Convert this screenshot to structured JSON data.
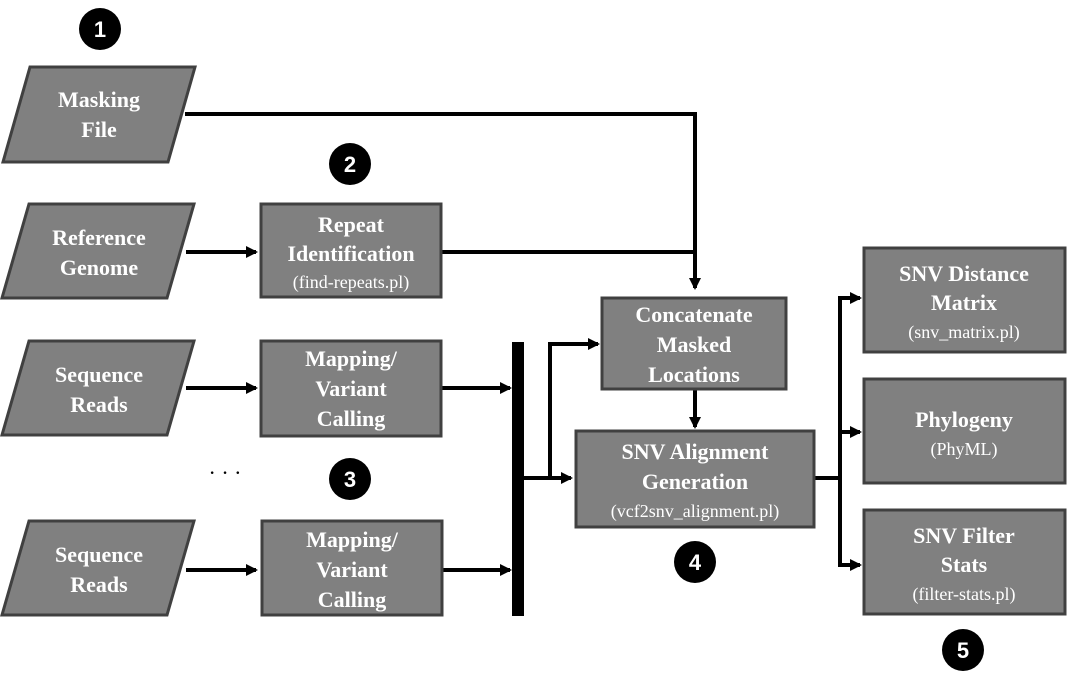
{
  "inputs": {
    "masking_file": [
      "Masking",
      "File"
    ],
    "reference_genome": [
      "Reference",
      "Genome"
    ],
    "sequence_reads_1": [
      "Sequence",
      "Reads"
    ],
    "sequence_reads_2": [
      "Sequence",
      "Reads"
    ]
  },
  "steps": {
    "repeat_identification": {
      "lines": [
        "Repeat",
        "Identification"
      ],
      "script": "(find-repeats.pl)"
    },
    "mapping_1": {
      "lines": [
        "Mapping/",
        "Variant",
        "Calling"
      ]
    },
    "mapping_2": {
      "lines": [
        "Mapping/",
        "Variant",
        "Calling"
      ]
    },
    "concatenate": {
      "lines": [
        "Concatenate",
        "Masked",
        "Locations"
      ]
    },
    "alignment": {
      "lines": [
        "SNV Alignment",
        "Generation"
      ],
      "script": "(vcf2snv_alignment.pl)"
    },
    "distance_matrix": {
      "lines": [
        "SNV Distance",
        "Matrix"
      ],
      "script": "(snv_matrix.pl)"
    },
    "phylogeny": {
      "lines": [
        "Phylogeny"
      ],
      "script": "(PhyML)"
    },
    "filter_stats": {
      "lines": [
        "SNV Filter",
        "Stats"
      ],
      "script": "(filter-stats.pl)"
    }
  },
  "badges": [
    "1",
    "2",
    "3",
    "4",
    "5"
  ],
  "ellipsis": "· · ·",
  "colors": {
    "box_fill": "#808080",
    "box_stroke": "#404040",
    "arrow": "#000000",
    "badge": "#000000"
  }
}
